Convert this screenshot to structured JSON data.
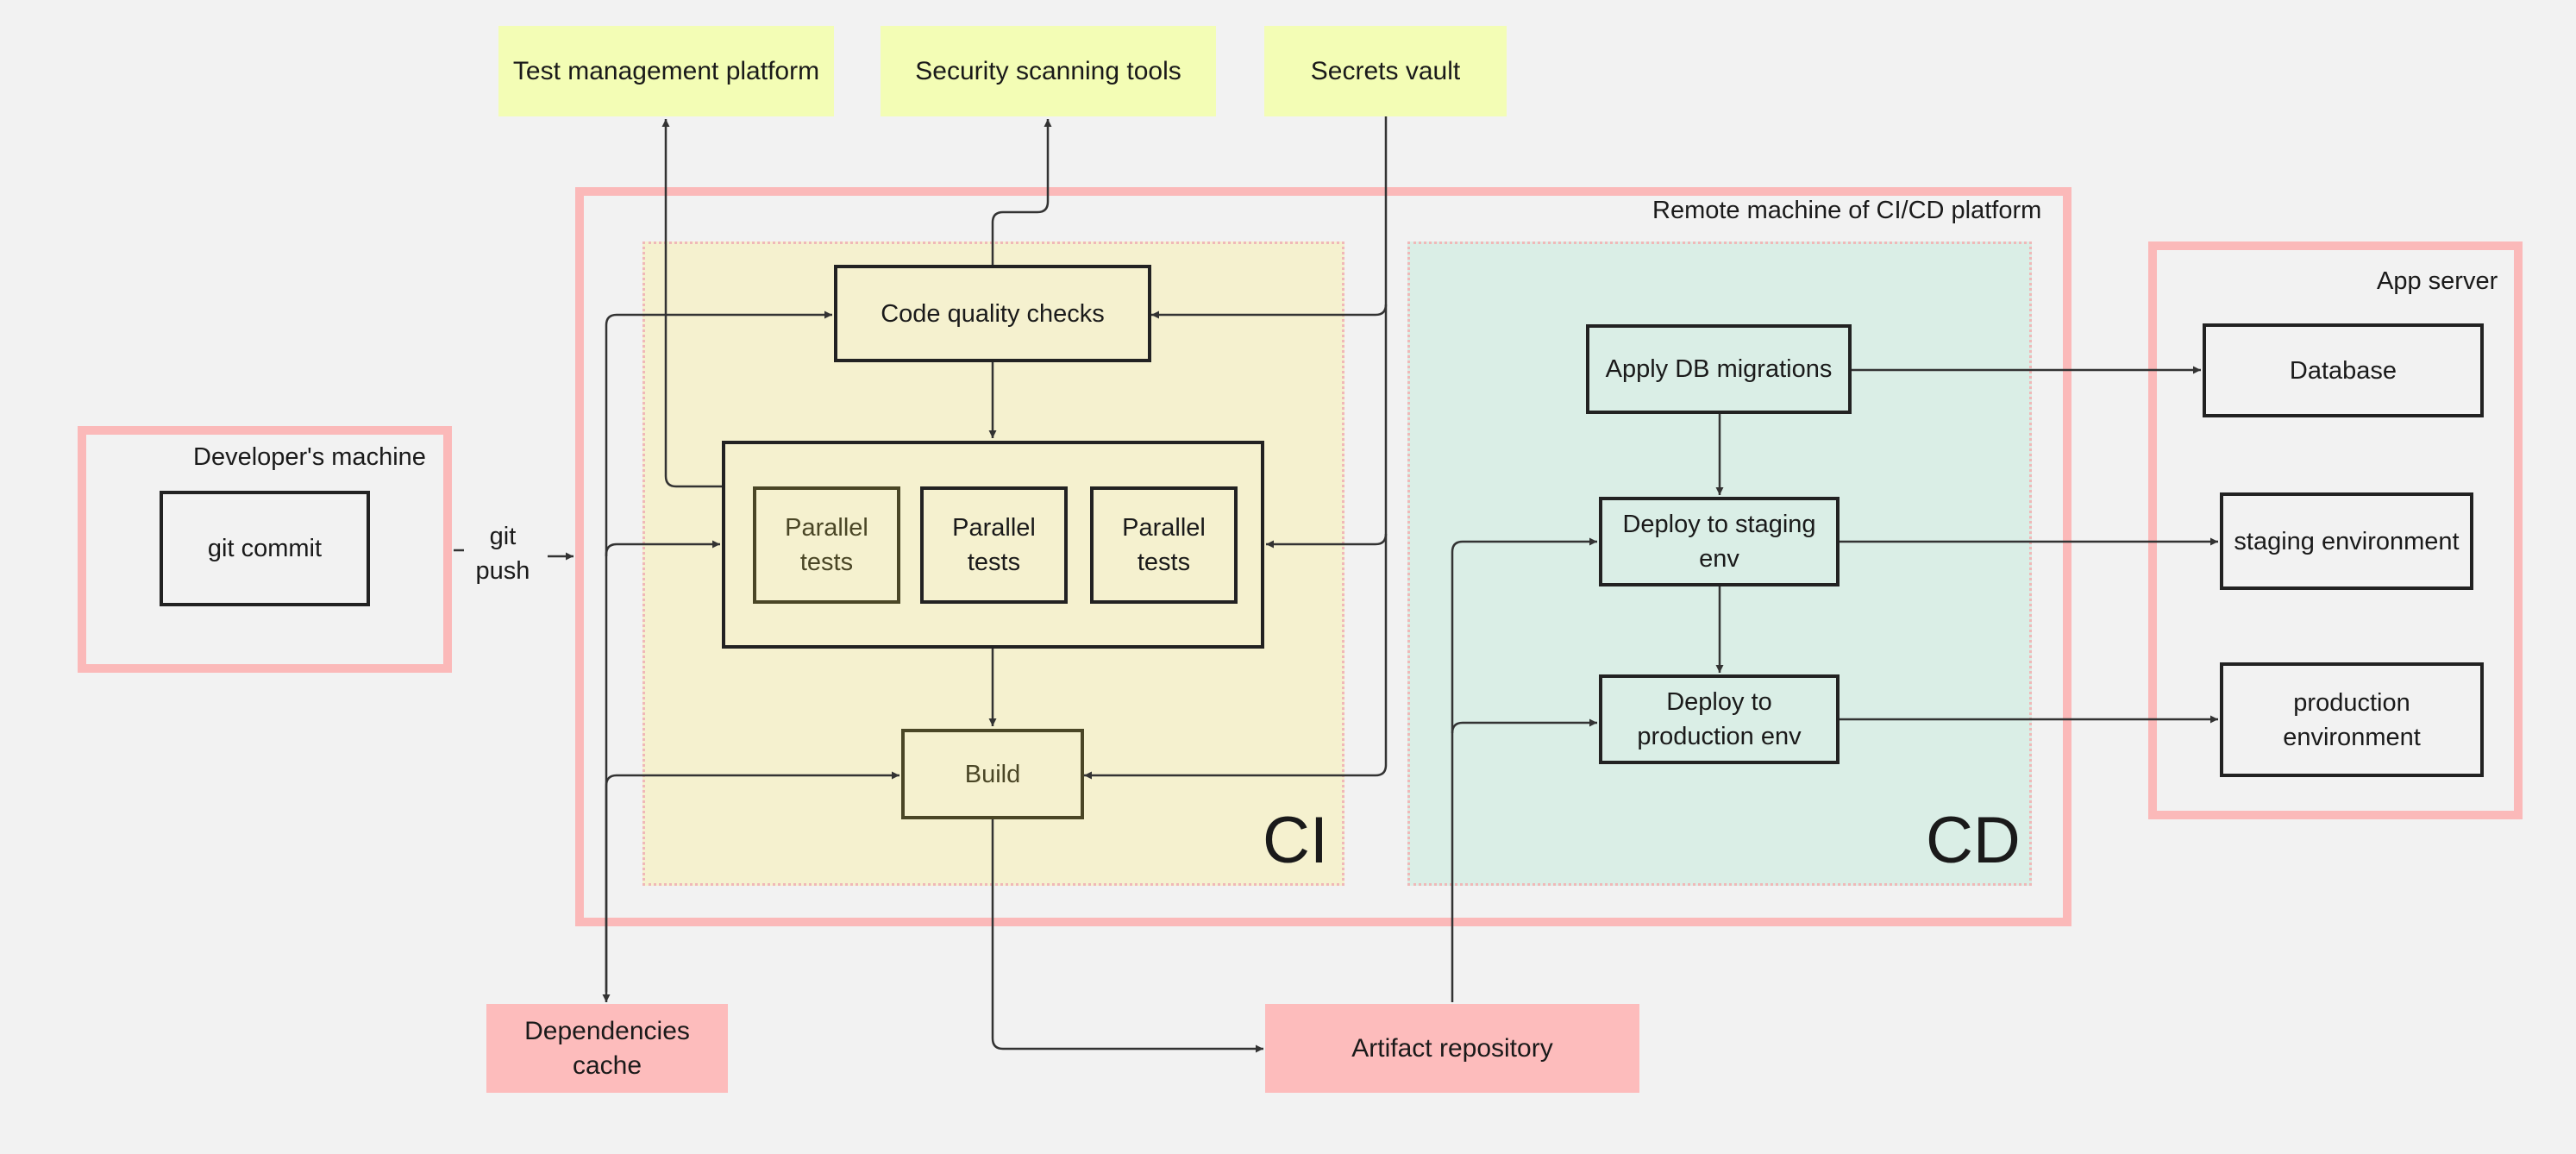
{
  "regions": {
    "developer_machine": "Developer's machine",
    "remote_machine": "Remote machine of CI/CD platform",
    "app_server": "App server",
    "ci": "CI",
    "cd": "CD"
  },
  "nodes": {
    "git_commit": "git commit",
    "code_quality": "Code quality checks",
    "parallel_tests_1": "Parallel tests",
    "parallel_tests_2": "Parallel tests",
    "parallel_tests_3": "Parallel tests",
    "build": "Build",
    "apply_db": "Apply DB migrations",
    "deploy_staging": "Deploy to staging env",
    "deploy_production": "Deploy to production env",
    "database": "Database",
    "staging_environment": "staging environment",
    "production_environment": "production environment",
    "test_management": "Test management platform",
    "security_scanning": "Security scanning tools",
    "secrets_vault": "Secrets vault",
    "dependencies_cache": "Dependencies cache",
    "artifact_repository": "Artifact repository"
  },
  "edge_labels": {
    "git_push": "git push"
  },
  "colors": {
    "frame_pink": "#fbb9b9",
    "ci_zone": "#f5f1cf",
    "cd_zone": "#daeee6",
    "external_yellow": "#f3fdb5",
    "external_pink": "#fdbcbc",
    "stroke": "#222222"
  }
}
